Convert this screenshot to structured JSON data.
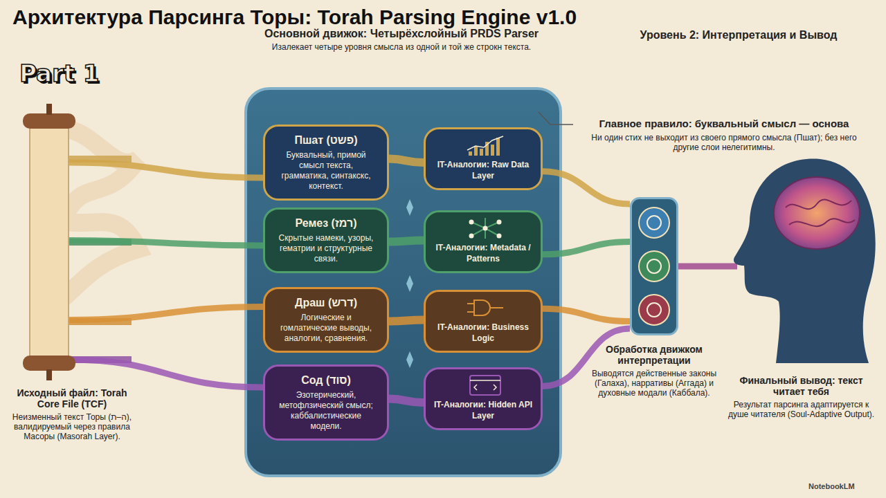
{
  "diagram": {
    "title": "Архитектура Парсинга Торы: Torah Parsing Engine v1.0",
    "nodes": [
      {
        "text": [
          "Исходный файл: Torah Core File (TCF)",
          "Неизменный текст Торы (ה–ת), валидируемый через правила Масоры (Masorah Layer)."
        ]
      },
      {
        "text": [
          "Основной движок: Четырёхслойный PRDS Parser",
          "Изалекает четыре уровня смысла из одной и той же строкн текста."
        ]
      },
      {
        "text": [
          "Пшат (פשט)",
          "Буквальный, примой смысл текста, грамматика, синтакскс, контекст."
        ],
        "in": 1
      },
      {
        "text": [
          "IT-Аналогии: Raw Data Layer"
        ],
        "in": 1
      },
      {
        "text": [
          "Ремез (רמז)",
          "Скрытые намеки, узоры, гематрии и структурные связи."
        ],
        "in": 1
      },
      {
        "text": [
          "IT-Аналогии: Metadata / Patterns"
        ],
        "in": 1
      },
      {
        "text": [
          "Драш (דרש)",
          "Логические и гомлатические выводы, аналогии, сравнения."
        ],
        "in": 1
      },
      {
        "text": [
          "IT-Аналогии: Business Logic"
        ],
        "in": 1
      },
      {
        "text": [
          "Сод (סוד)",
          "Эзотерический, метофлзический смысл; каббалистические модели."
        ],
        "in": 1
      },
      {
        "text": [
          "IT-Аналогии: Hidden API Layer"
        ],
        "in": 1
      },
      {
        "text": [
          "Обработка движком интерпретации",
          "Выводятся действенные законы (Галаха), нарративы (Аггада) и духовные модали (Каббала)."
        ]
      },
      {
        "text": [
          "Финальный вывод: текст читает тебя",
          "Результат парсинга адаптируется к душе читателя (Soul-Adaptive Output)."
        ]
      }
    ],
    "edges": [
      {
        "from": 0,
        "to": 2,
        "arrow": "none"
      },
      {
        "from": 0,
        "to": 4,
        "arrow": "none"
      },
      {
        "from": 0,
        "to": 6,
        "arrow": "none"
      },
      {
        "from": 0,
        "to": 8,
        "arrow": "none"
      },
      {
        "from": 2,
        "to": 3,
        "arrow": "none"
      },
      {
        "from": 4,
        "to": 5,
        "arrow": "none"
      },
      {
        "from": 6,
        "to": 7,
        "arrow": "none"
      },
      {
        "from": 8,
        "to": 9,
        "arrow": "none"
      },
      {
        "from": 3,
        "to": 10,
        "arrow": "none"
      },
      {
        "from": 5,
        "to": 10,
        "arrow": "none"
      },
      {
        "from": 7,
        "to": 10,
        "arrow": "none"
      },
      {
        "from": 9,
        "to": 10,
        "arrow": "none"
      },
      {
        "from": 10,
        "to": 11,
        "arrow": "none"
      }
    ],
    "labels": [
      "Part 1",
      "Уровень 2: Интерпретация и Вывод",
      "Главное правило: буквальный смысл — основа",
      "Ни один стих не выходит из своего прямого смысла (Пшат); без него другие слои нелегитимны.",
      "NotebookLM"
    ]
  }
}
